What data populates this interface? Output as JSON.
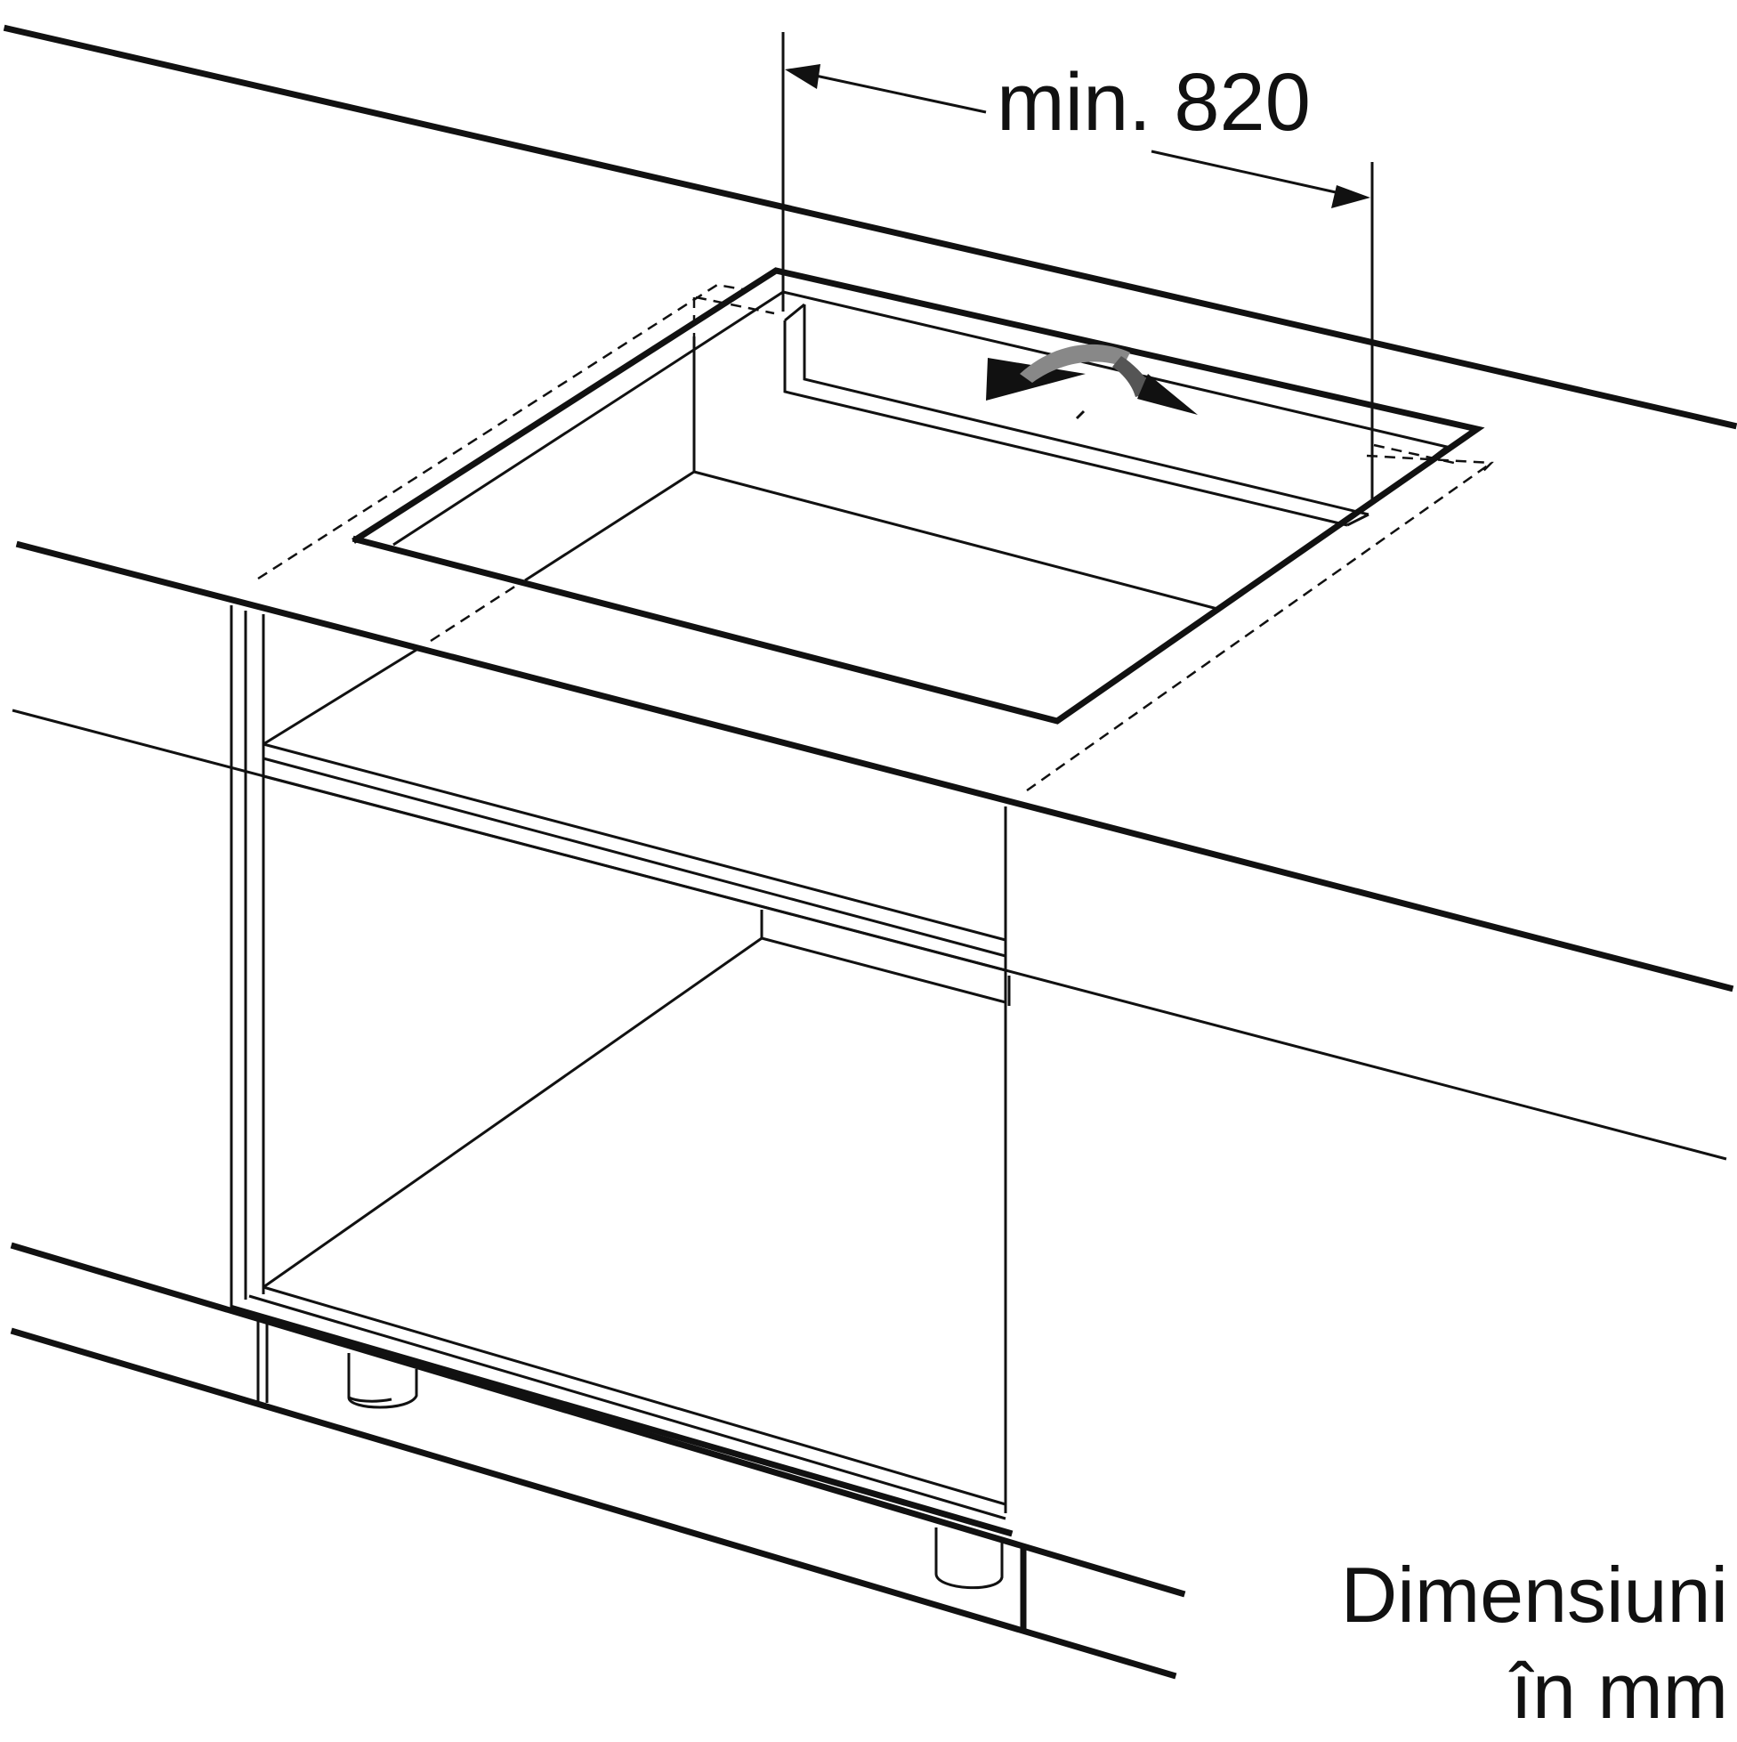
{
  "dimension_label": "min. 820",
  "units_note": {
    "line1": "Dimensiuni",
    "line2": "în mm"
  }
}
